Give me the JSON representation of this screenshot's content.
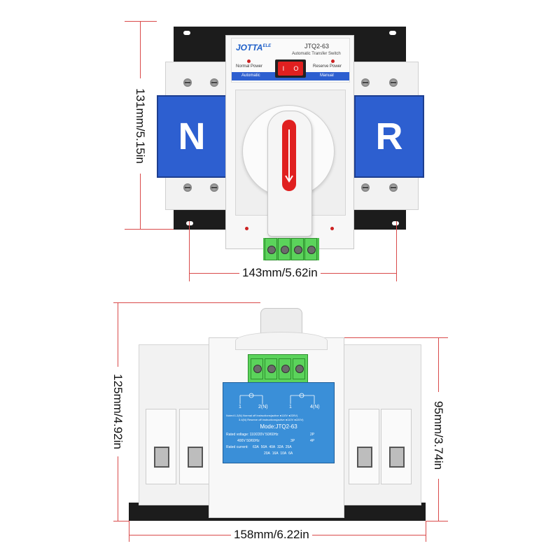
{
  "brand": {
    "name": "JOTTA",
    "suffix": "ELE"
  },
  "top_view": {
    "model": "JTQ2-63",
    "subtitle": [
      "Automatic",
      "Transfer",
      "Switch"
    ],
    "normal_power_label": "Normal Power",
    "reserve_power_label": "Reserve Power",
    "automatic_label": "Automatic",
    "manual_label": "Manual",
    "switch_on": "I",
    "switch_off": "O",
    "left_plate": "N",
    "right_plate": "R"
  },
  "dimensions": {
    "top_height": "131mm/5.15in",
    "top_width": "143mm/5.62in",
    "bottom_height": "125mm/4.92in",
    "bottom_depth": "95mm/3.74in",
    "bottom_width": "158mm/6.22in"
  },
  "label": {
    "term_1": "1",
    "term_2": "2(N)",
    "term_3": "1",
    "term_4": "4(N)",
    "note1": "Noted:1.2(N) Normal off instructions(active ●110V ●220V)",
    "note2": "3.4(N) Reserve off instructions(active ●110V ●220V)",
    "mode": "Mode:JTQ2-63",
    "rated_voltage": "Rated voltage: 110/220V 50/60Hz",
    "poles_2p": "2P",
    "voltage2": "400V 50/60Hz",
    "poles_3p": "3P",
    "poles_4p": "4P",
    "rated_current_label": "Rated current:",
    "currents_row1": [
      "63A",
      "50A",
      "40A",
      "32A",
      "25A"
    ],
    "currents_row2": [
      "20A",
      "16A",
      "10A",
      "6A"
    ]
  },
  "colors": {
    "plate_blue": "#2d5fd0",
    "label_blue": "#3a8fd8",
    "terminal_green": "#5bd35b",
    "handle_red": "#e02020",
    "dim_red": "#d94a4a"
  }
}
